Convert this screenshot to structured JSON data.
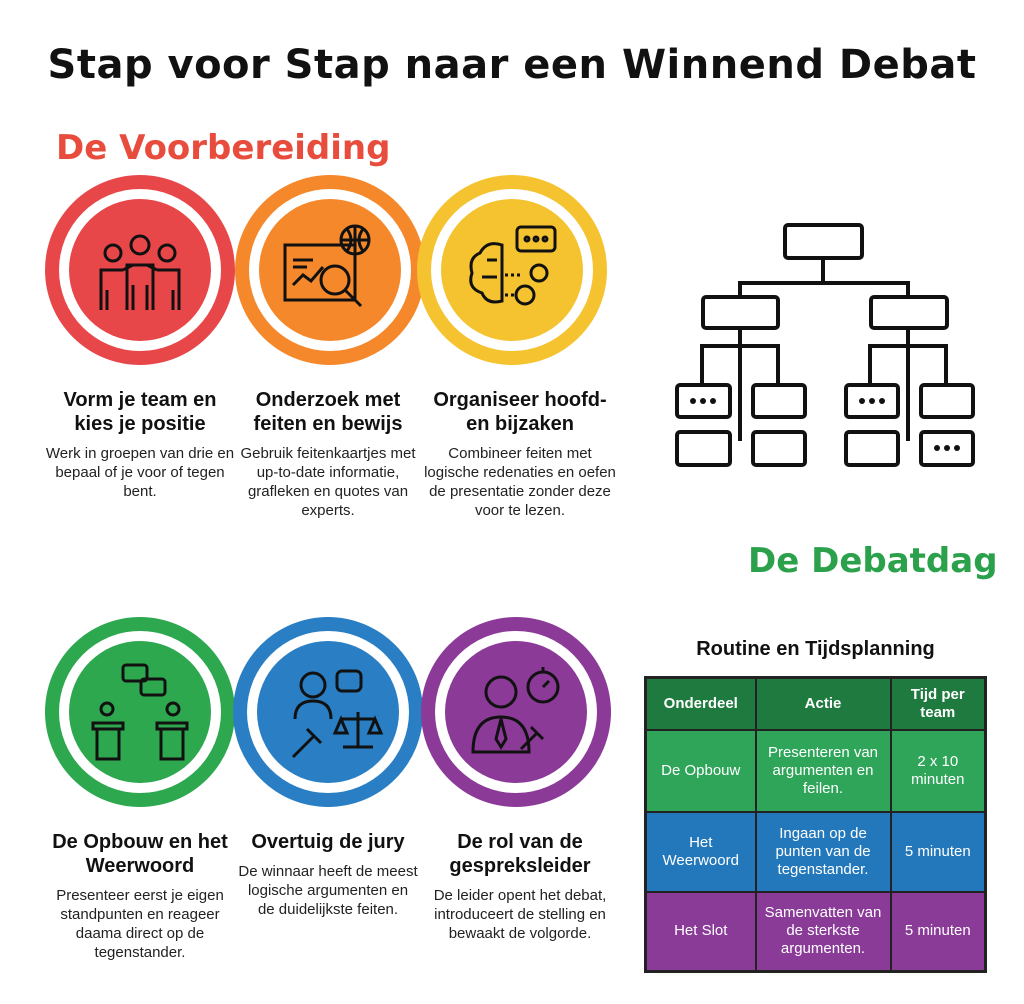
{
  "title": "Stap voor Stap naar een Winnend Debat",
  "sections": {
    "prep": "De Voorbereiding",
    "day": "De Debatdag"
  },
  "colors": {
    "red": "#e8474a",
    "orange": "#f5882a",
    "yellow": "#f5c330",
    "green": "#2ea84f",
    "blue": "#2a7fc4",
    "purple": "#8b3a98"
  },
  "prep_steps": [
    {
      "icon": "team-icon",
      "title": "Vorm je team en kies je positie",
      "text": "Werk in groepen van drie en bepaal of je voor of tegen bent."
    },
    {
      "icon": "research-icon",
      "title": "Onderzoek met feiten en bewijs",
      "text": "Gebruik feitenkaartjes met up-to-date informatie, grafleken en quotes van experts."
    },
    {
      "icon": "brain-gears-icon",
      "title": "Organiseer hoofd- en bijzaken",
      "text": "Combineer feiten met logische redenaties en oefen de presentatie zonder deze voor te lezen."
    }
  ],
  "day_steps": [
    {
      "icon": "podiums-icon",
      "title": "De Opbouw en het Weerwoord",
      "text": "Presenteer eerst je eigen standpunten en reageer daama direct op de tegenstander."
    },
    {
      "icon": "jury-icon",
      "title": "Overtuig de jury",
      "text": "De winnaar heeft de meest logische argumenten en de duidelijkste feiten."
    },
    {
      "icon": "moderator-icon",
      "title": "De rol van de gespreksleider",
      "text": "De leider opent het debat, introduceert de stelling en bewaakt de volgorde."
    }
  ],
  "table": {
    "title": "Routine en Tijdsplanning",
    "headers": [
      "Onderdeel",
      "Actie",
      "Tijd per team"
    ],
    "rows": [
      [
        "De Opbouw",
        "Presenteren van argumenten en feilen.",
        "2 x 10 minuten"
      ],
      [
        "Het Weerwoord",
        "Ingaan op de punten van de tegenstander.",
        "5 minuten"
      ],
      [
        "Het Slot",
        "Samenvatten van de sterkste argumenten.",
        "5 minuten"
      ]
    ]
  }
}
